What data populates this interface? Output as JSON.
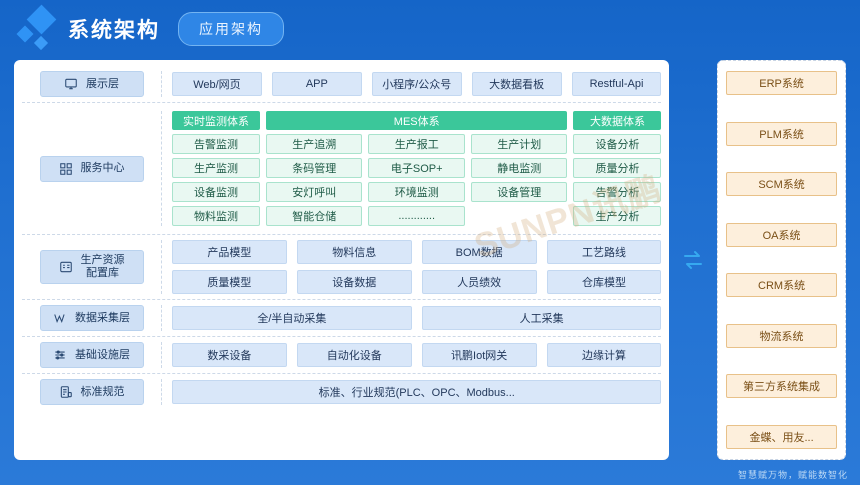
{
  "header": {
    "title": "系统架构",
    "badge": "应用架构",
    "logo_icon": "diamond-logo"
  },
  "rows": {
    "presentation": {
      "label": "展示层",
      "icon": "monitor-icon",
      "items": [
        "Web/网页",
        "APP",
        "小程序/公众号",
        "大数据看板",
        "Restful-Api"
      ]
    },
    "service_center": {
      "label": "服务中心",
      "icon": "grid-icon",
      "groups": [
        {
          "header": "实时监测体系",
          "items": [
            "告警监测",
            "生产监测",
            "设备监测",
            "物料监测"
          ]
        },
        {
          "header": "MES体系",
          "columns": [
            [
              "生产追溯",
              "条码管理",
              "安灯呼叫",
              "智能仓储"
            ],
            [
              "生产报工",
              "电子SOP+",
              "环境监测"
            ],
            [
              "生产计划",
              "静电监测",
              "设备管理"
            ]
          ],
          "last_row_span": "............"
        },
        {
          "header": "大数据体系",
          "items": [
            "设备分析",
            "质量分析",
            "告警分析",
            "生产分析"
          ]
        }
      ]
    },
    "resource_library": {
      "label": "生产资源配置库",
      "label_line1": "生产资源",
      "label_line2": "配置库",
      "icon": "list-config-icon",
      "row1": [
        "产品模型",
        "物料信息",
        "BOM数据",
        "工艺路线"
      ],
      "row2": [
        "质量模型",
        "设备数据",
        "人员绩效",
        "仓库模型"
      ]
    },
    "data_collection": {
      "label": "数据采集层",
      "icon": "chart-line-icon",
      "items": [
        "全/半自动采集",
        "人工采集"
      ]
    },
    "infrastructure": {
      "label": "基础设施层",
      "icon": "sliders-icon",
      "items": [
        "数采设备",
        "自动化设备",
        "讯鹏Iot网关",
        "边缘计算"
      ]
    },
    "standards": {
      "label": "标准规范",
      "icon": "document-list-icon",
      "items": [
        "标准、行业规范(PLC、OPC、Modbus..."
      ]
    }
  },
  "connector": {
    "icon": "exchange-arrows-icon"
  },
  "external_systems": {
    "items": [
      "ERP系统",
      "PLM系统",
      "SCM系统",
      "OA系统",
      "CRM系统",
      "物流系统",
      "第三方系统集成",
      "金蝶、用友..."
    ]
  },
  "watermark": "SUNPN讯鹏",
  "footer": {
    "text": "智慧赋万物，赋能数智化"
  },
  "colors": {
    "background": "#1f6fd0",
    "green_header": "#3bc79a",
    "green_cell": "#e9f8f2",
    "blue_cell": "#d9e7f9",
    "orange_cell": "#fdefdc",
    "accent": "#36a9f0"
  }
}
